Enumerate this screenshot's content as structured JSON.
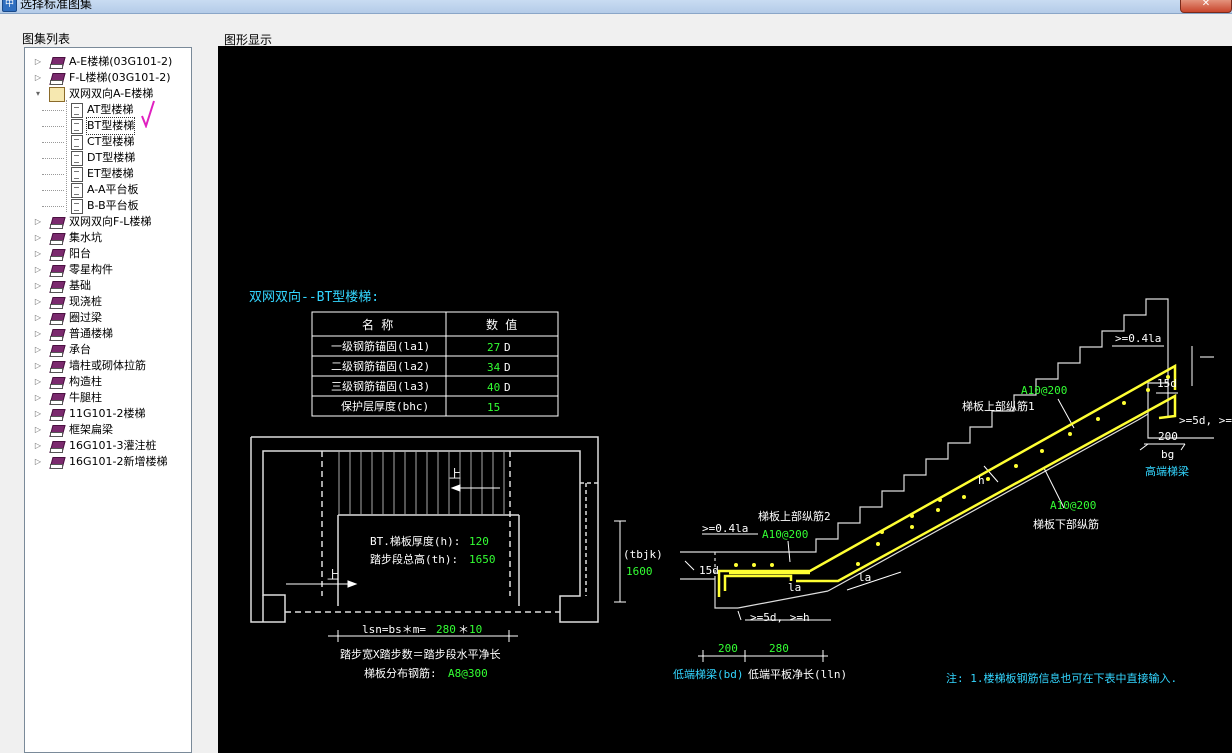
{
  "window": {
    "title": "选择标准图集"
  },
  "left_panel": {
    "label": "图集列表"
  },
  "right_panel": {
    "label": "图形显示"
  },
  "tree": [
    {
      "label": "A-E楼梯(03G101-2)"
    },
    {
      "label": "F-L楼梯(03G101-2)"
    },
    {
      "label": "双网双向A-E楼梯"
    },
    {
      "label": "AT型楼梯"
    },
    {
      "label": "BT型楼梯"
    },
    {
      "label": "CT型楼梯"
    },
    {
      "label": "DT型楼梯"
    },
    {
      "label": "ET型楼梯"
    },
    {
      "label": "A-A平台板"
    },
    {
      "label": "B-B平台板"
    },
    {
      "label": "双网双向F-L楼梯"
    },
    {
      "label": "集水坑"
    },
    {
      "label": "阳台"
    },
    {
      "label": "零星构件"
    },
    {
      "label": "基础"
    },
    {
      "label": "现浇桩"
    },
    {
      "label": "圈过梁"
    },
    {
      "label": "普通楼梯"
    },
    {
      "label": "承台"
    },
    {
      "label": "墙柱或砌体拉筋"
    },
    {
      "label": "构造柱"
    },
    {
      "label": "牛腿柱"
    },
    {
      "label": "11G101-2楼梯"
    },
    {
      "label": "框架扁梁"
    },
    {
      "label": "16G101-3灌注桩"
    },
    {
      "label": "16G101-2新增楼梯"
    }
  ],
  "drawing": {
    "heading": "双网双向--BT型楼梯:",
    "table": {
      "headers": [
        "名  称",
        "数  值"
      ],
      "rows": [
        {
          "name": "一级钢筋锚固(la1)",
          "value": "27",
          "unit": "D"
        },
        {
          "name": "二级钢筋锚固(la2)",
          "value": "34",
          "unit": "D"
        },
        {
          "name": "三级钢筋锚固(la3)",
          "value": "40",
          "unit": "D"
        },
        {
          "name": "保护层厚度(bhc)",
          "value": "15",
          "unit": ""
        }
      ]
    },
    "plan": {
      "up1": "上",
      "up2": "上",
      "thickness_label": "BT.梯板厚度(h):",
      "thickness_value": "120",
      "height_label": "踏步段总高(th):",
      "height_value": "1650",
      "tbjk_label": "(tbjk)",
      "tbjk_value": "1600",
      "lsn_label": "lsn=bs＊m=",
      "lsn_bs": "280",
      "lsn_star": "＊",
      "lsn_m": "10",
      "formula": "踏步宽X踏步数＝踏步段水平净长",
      "dist_label": "梯板分布钢筋:",
      "dist_value": "A8@300"
    },
    "section": {
      "top_04la": ">=0.4la",
      "top_15d": "15d",
      "top_a10": "A10@200",
      "top_upper": "梯板上部纵筋1",
      "top_5d": ">=5d, >=",
      "top_200": "200",
      "top_bg": "bg",
      "high_beam": "高端梯梁",
      "h_label": "h",
      "lower_a10": "A10@200",
      "lower_label": "梯板下部纵筋",
      "upper2": "梯板上部纵筋2",
      "bot_04la": ">=0.4la",
      "bot_a10": "A10@200",
      "bot_15d": "15d",
      "la1": "la",
      "la2": "la",
      "bot_5d": ">=5d, >=h",
      "dim200": "200",
      "dim280": "280",
      "low_beam": "低端梯梁(bd)",
      "low_plate": "低端平板净长(lln)",
      "note": "注: 1.楼梯板钢筋信息也可在下表中直接输入."
    }
  }
}
